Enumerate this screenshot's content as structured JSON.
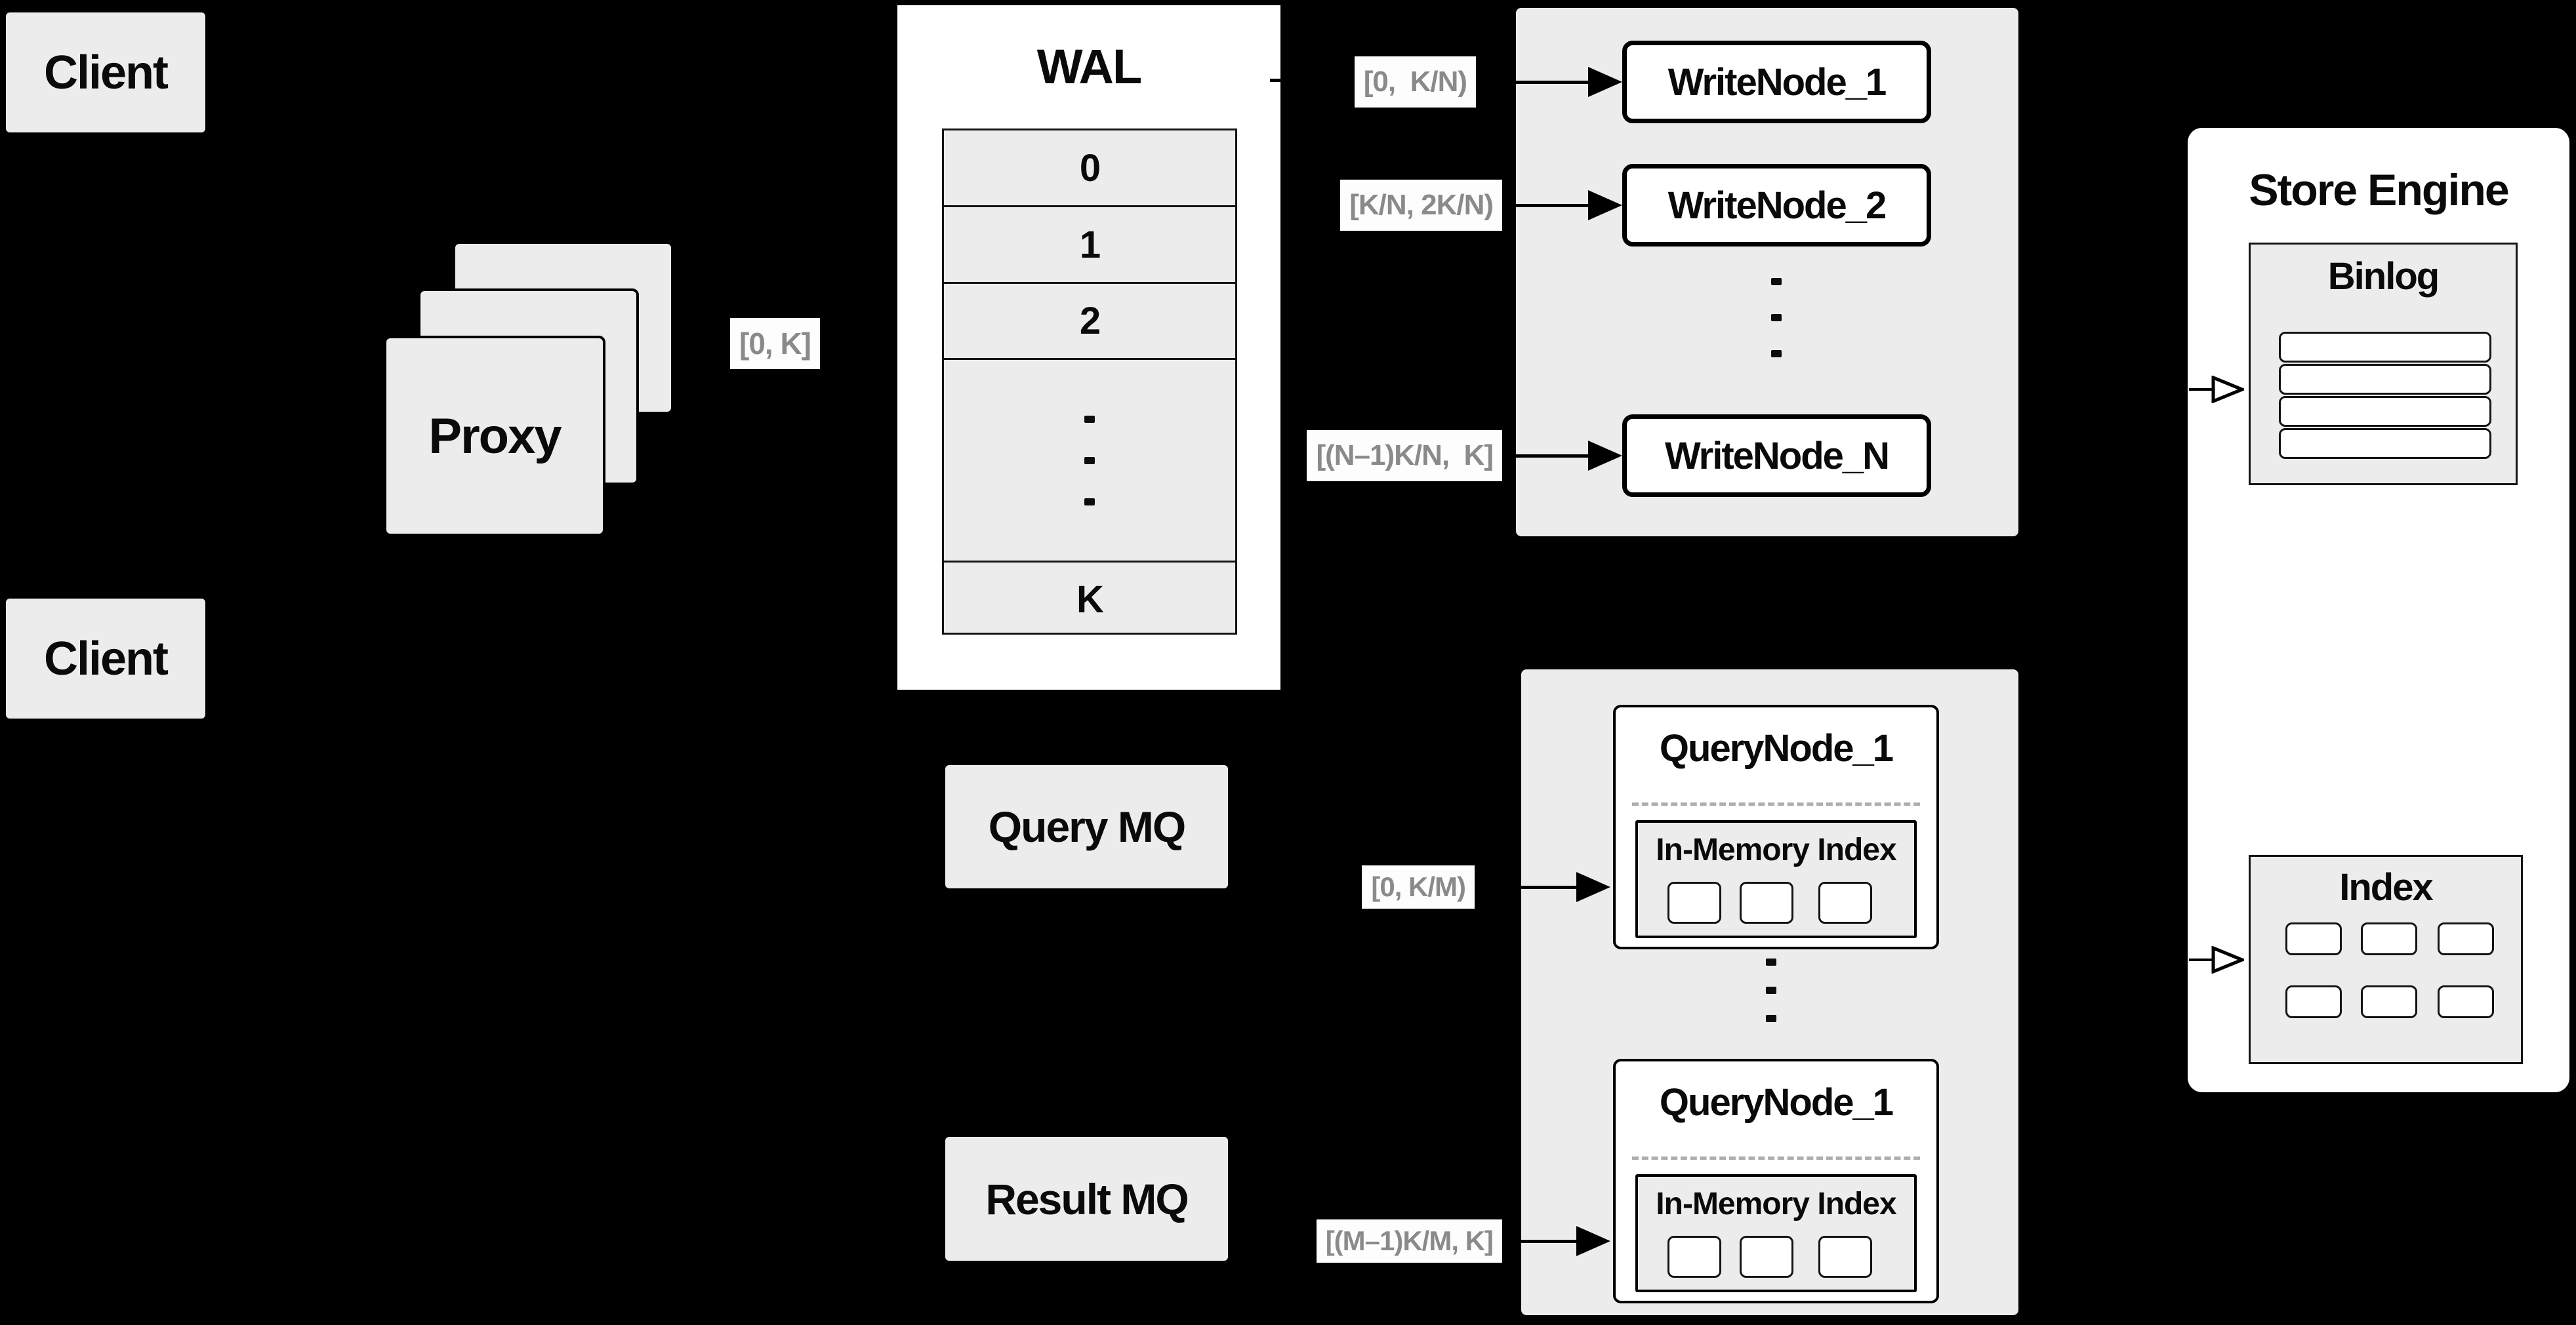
{
  "colors": {
    "background": "#000000",
    "panel_gray": "#ececec",
    "node_white": "#ffffff",
    "line_black": "#000000",
    "label_text_gray": "#8a8a8a",
    "label_bg": "#fdfdfd"
  },
  "clients": {
    "top": "Client",
    "bottom": "Client"
  },
  "proxy": {
    "label": "Proxy"
  },
  "wal": {
    "title": "WAL",
    "slots": [
      "0",
      "1",
      "2"
    ],
    "last_slot": "K"
  },
  "range_labels": {
    "proxy_to_wal": "[0, K]",
    "wal_to_writenode_1": "[0,  K/N)",
    "wal_to_writenode_2": "[K/N, 2K/N)",
    "wal_to_writenode_n": "[(N–1)K/N,  K]",
    "querymq_to_querynode_top": "[0, K/M)",
    "resultmq_to_querynode_bottom": "[(M–1)K/M, K]"
  },
  "write_nodes": [
    "WriteNode_1",
    "WriteNode_2",
    "WriteNode_N"
  ],
  "mq": {
    "query": "Query MQ",
    "result": "Result MQ"
  },
  "query_nodes": [
    {
      "title": "QueryNode_1",
      "subtitle": "In-Memory Index"
    },
    {
      "title": "QueryNode_1",
      "subtitle": "In-Memory Index"
    }
  ],
  "store_engine": {
    "title": "Store Engine",
    "binlog_title": "Binlog",
    "index_title": "Index"
  }
}
